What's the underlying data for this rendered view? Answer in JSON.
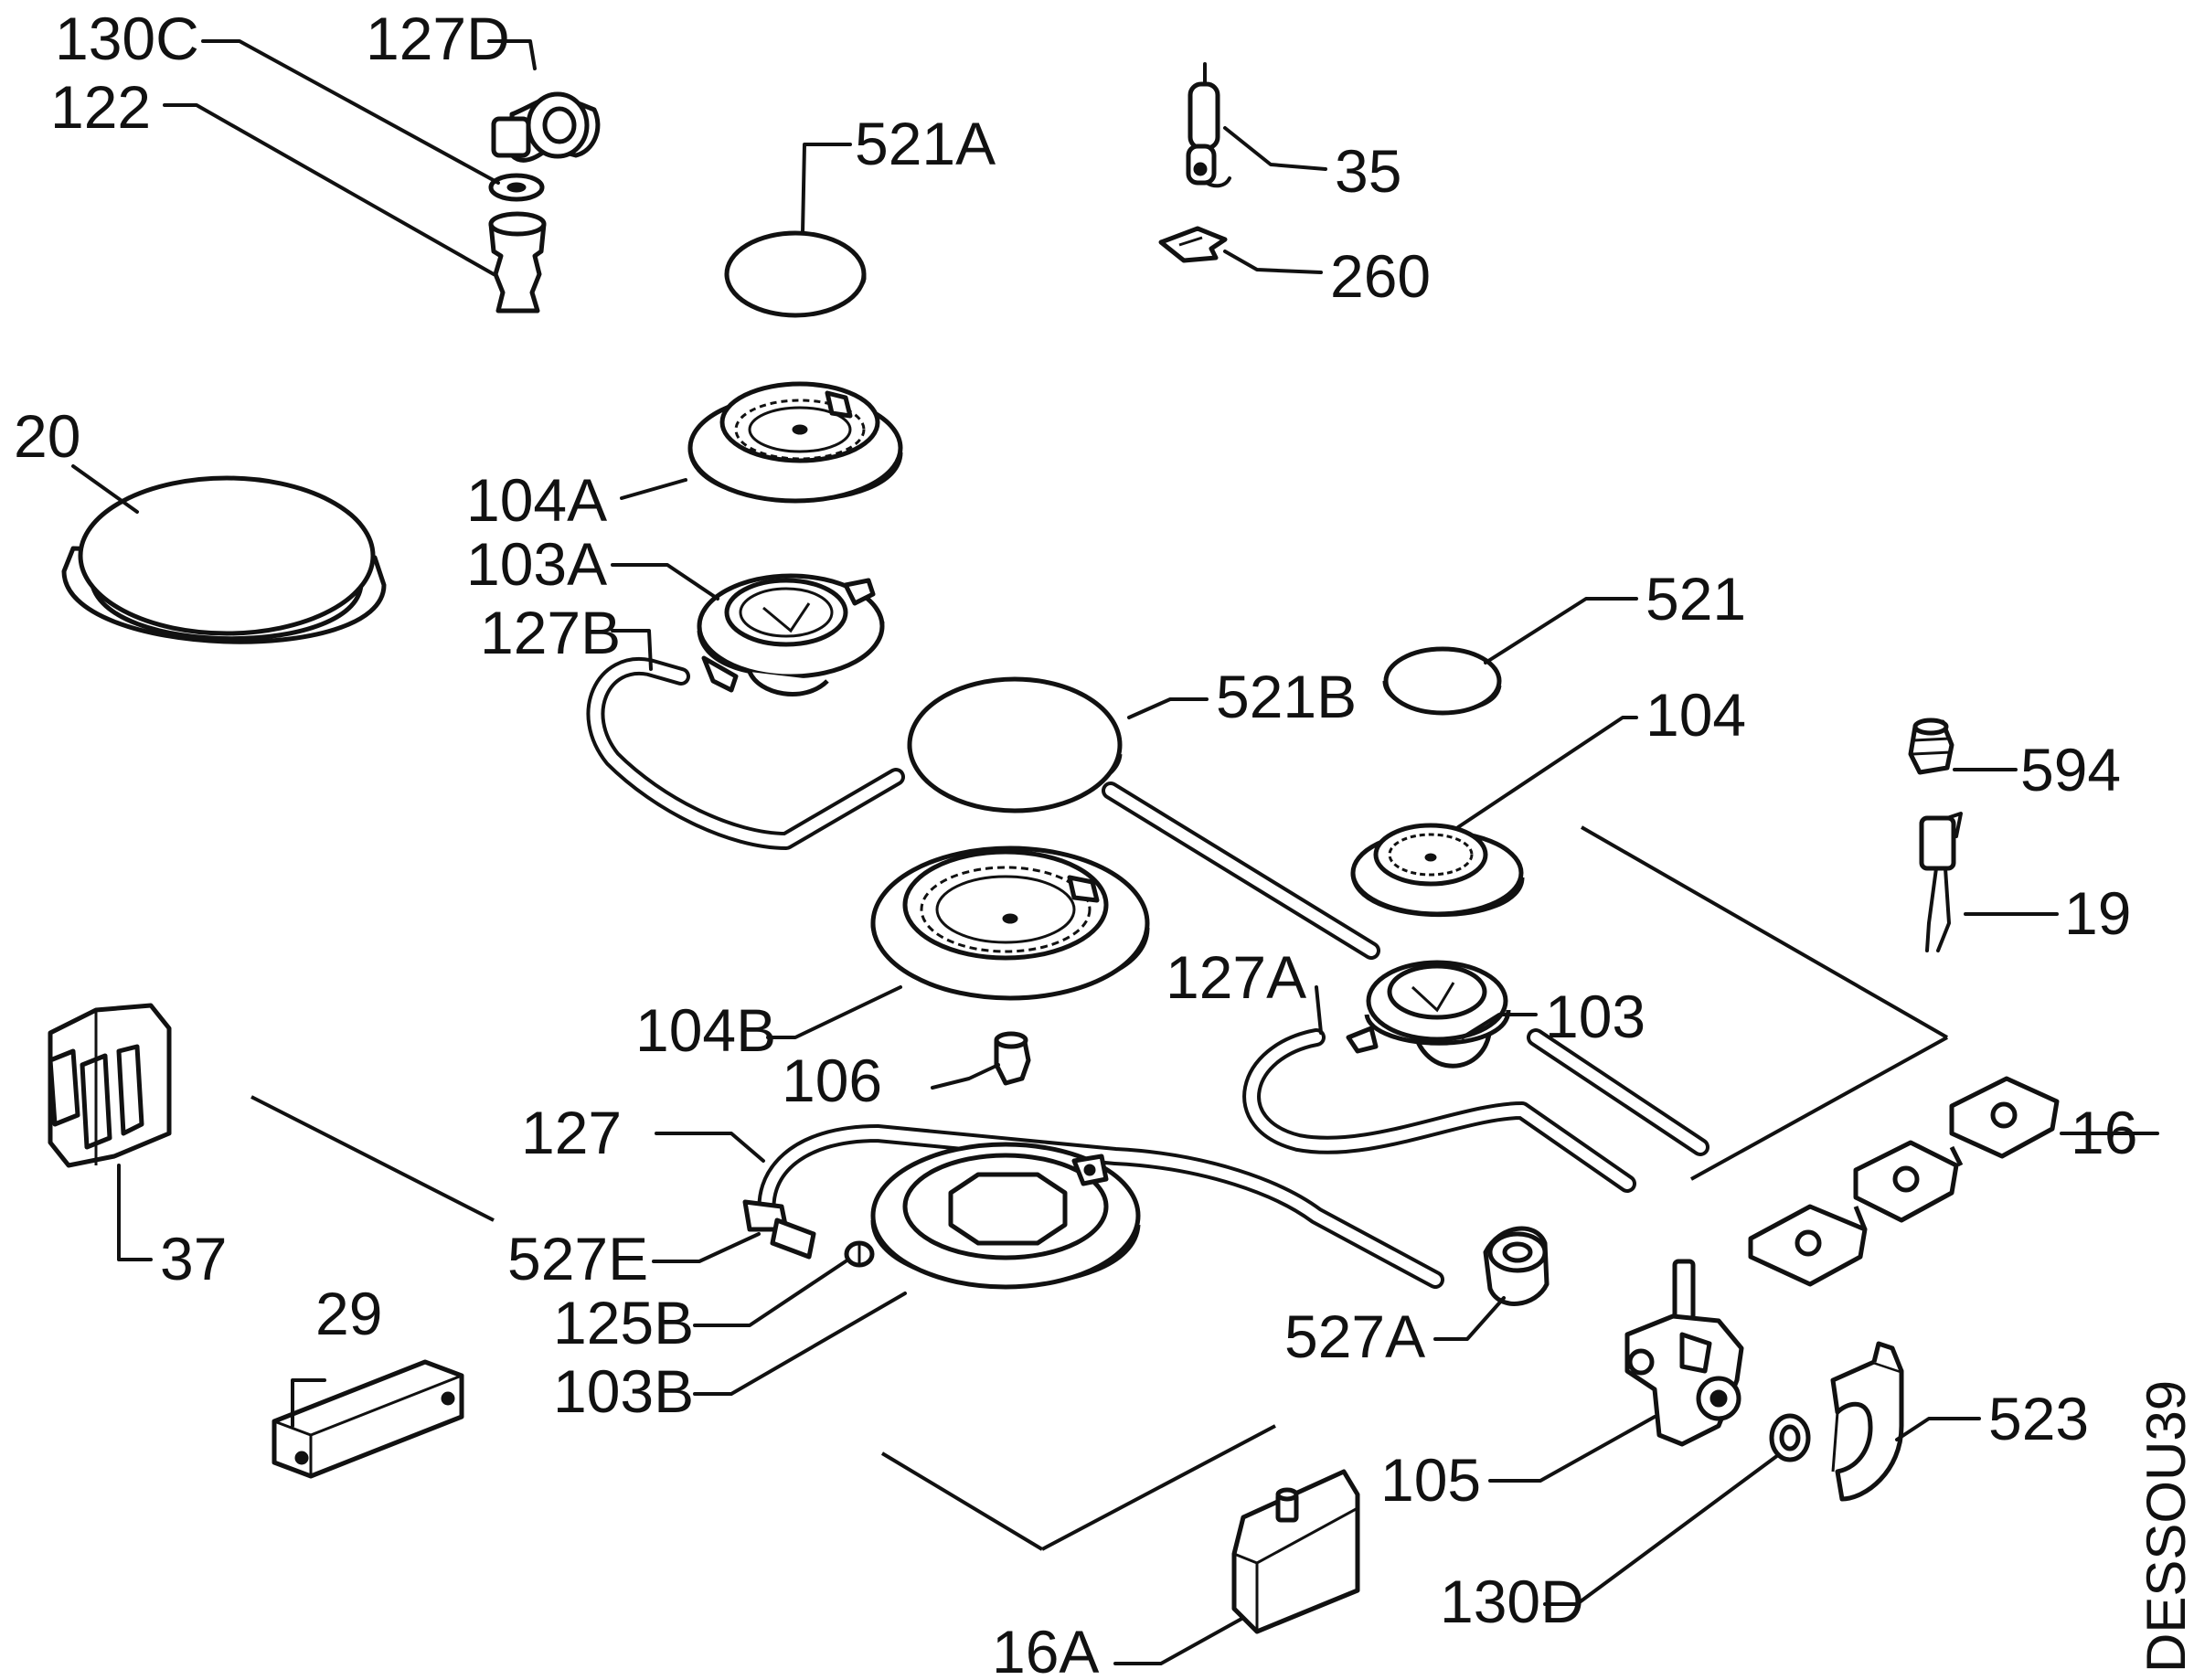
{
  "diagram": {
    "labels": {
      "l130C": "130C",
      "l127D": "127D",
      "l122": "122",
      "l521A": "521A",
      "l35": "35",
      "l260": "260",
      "l20": "20",
      "l104A": "104A",
      "l103A": "103A",
      "l127B": "127B",
      "l521": "521",
      "l521B": "521B",
      "l104": "104",
      "l594": "594",
      "l19": "19",
      "l127A": "127A",
      "l103": "103",
      "l104B": "104B",
      "l106": "106",
      "l127": "127",
      "l16": "16",
      "l37": "37",
      "l527E": "527E",
      "l125B": "125B",
      "l527A": "527A",
      "l29": "29",
      "l103B": "103B",
      "l523": "523",
      "l105": "105",
      "l130D": "130D",
      "l16A": "16A"
    },
    "code": "DESSOU39"
  }
}
